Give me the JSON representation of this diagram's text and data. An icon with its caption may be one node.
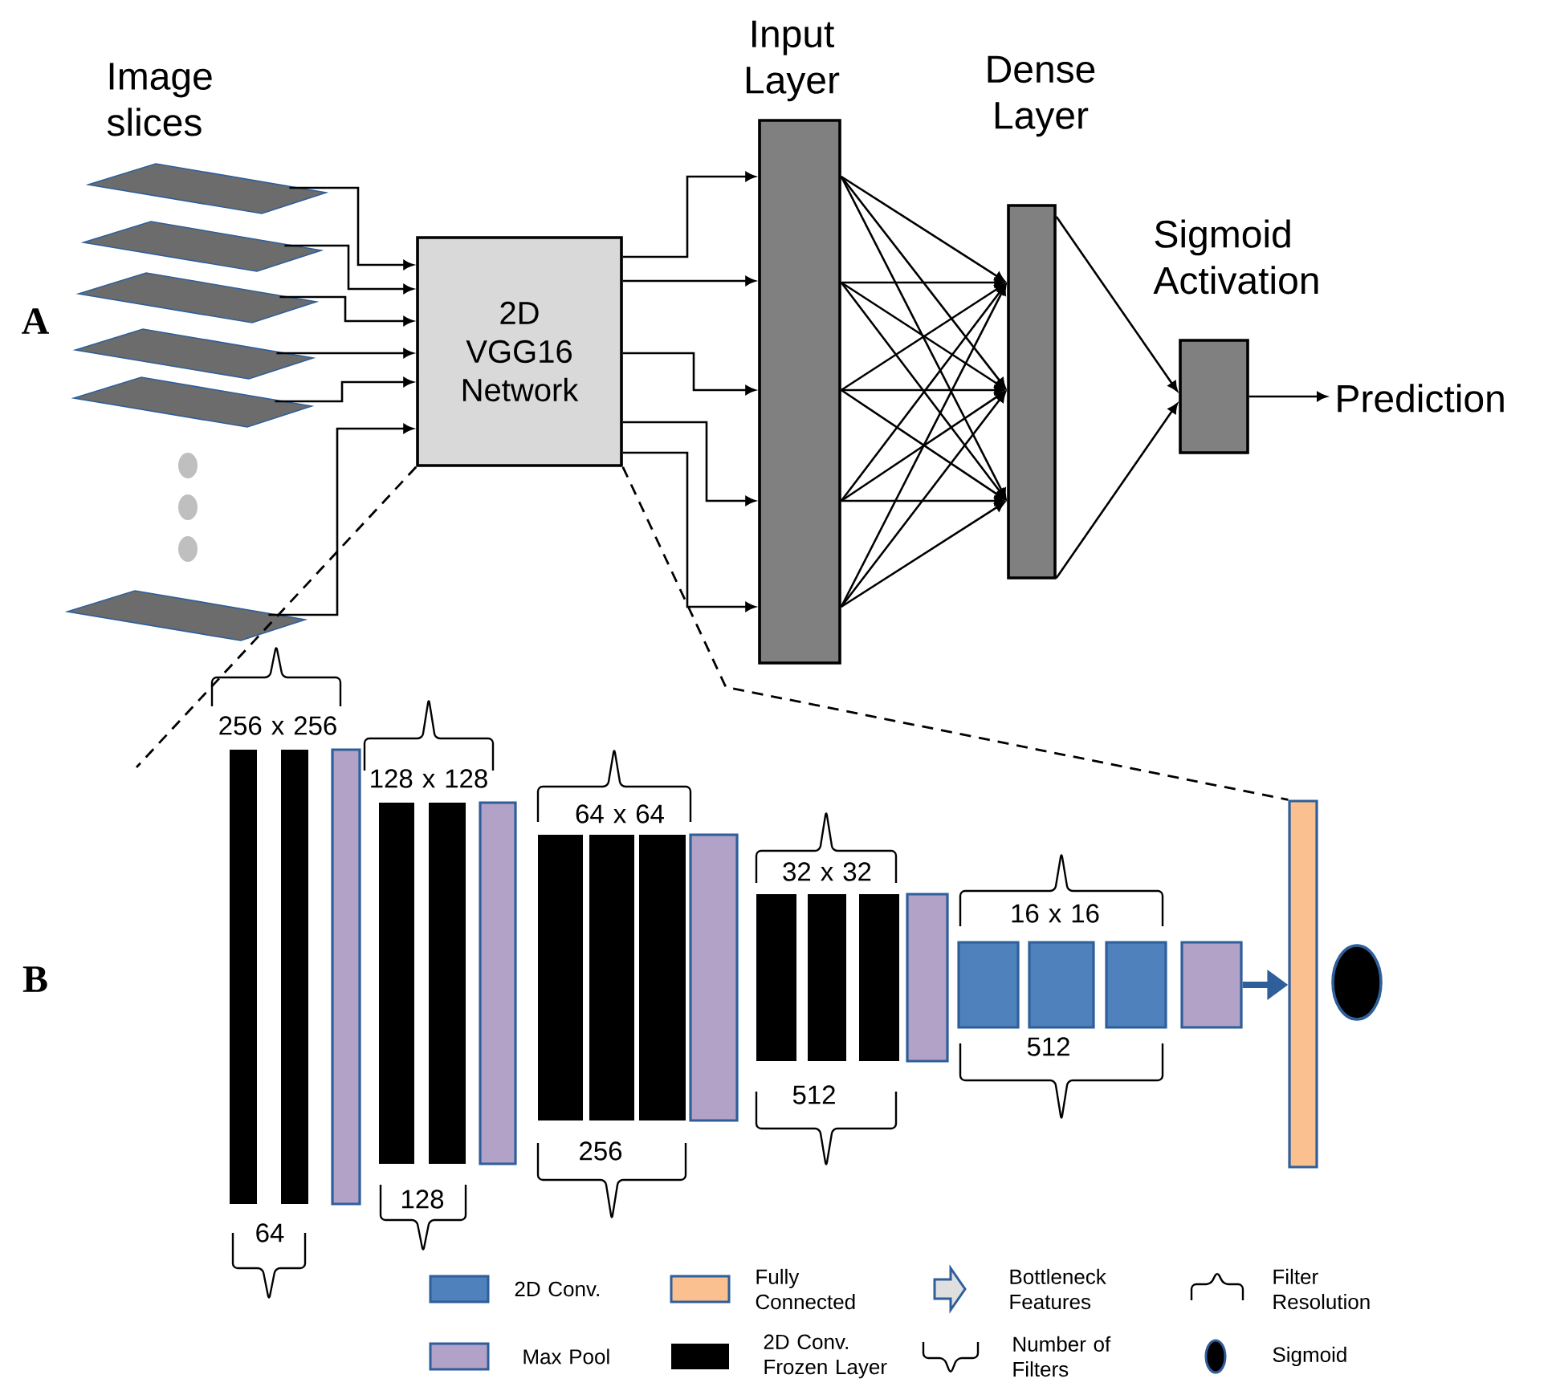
{
  "diagram": {
    "nodes": [
      {
        "text": [],
        "shape": "parallelogram"
      },
      {
        "text": [],
        "shape": "parallelogram"
      },
      {
        "text": [],
        "shape": "parallelogram"
      },
      {
        "text": [],
        "shape": "parallelogram"
      },
      {
        "text": [],
        "shape": "parallelogram"
      },
      {
        "text": [],
        "shape": "parallelogram"
      },
      {
        "text": [
          "2D VGG16 Network"
        ]
      },
      {
        "text": [
          "Input Layer"
        ]
      },
      {
        "text": [
          "Dense Layer"
        ]
      },
      {
        "text": [
          "Sigmoid Activation"
        ]
      },
      {
        "text": [
          "Prediction"
        ]
      },
      {
        "text": [],
        "shape": "bar"
      },
      {
        "text": [],
        "shape": "bar"
      },
      {
        "text": [],
        "shape": "bar"
      },
      {
        "text": [],
        "shape": "bar"
      },
      {
        "text": [],
        "shape": "bar"
      },
      {
        "text": [],
        "shape": "bar"
      },
      {
        "text": [],
        "shape": "bar"
      },
      {
        "text": [],
        "shape": "bar"
      },
      {
        "text": [],
        "shape": "bar"
      },
      {
        "text": [],
        "shape": "bar"
      },
      {
        "text": [],
        "shape": "bar"
      },
      {
        "text": [],
        "shape": "bar"
      },
      {
        "text": [],
        "shape": "bar"
      },
      {
        "text": [],
        "shape": "bar"
      },
      {
        "text": [],
        "shape": "box"
      },
      {
        "text": [],
        "shape": "box"
      },
      {
        "text": [],
        "shape": "box"
      },
      {
        "text": [],
        "shape": "box"
      },
      {
        "text": [],
        "shape": "bar"
      },
      {
        "text": [],
        "shape": "ellipse"
      }
    ],
    "edges": [
      {
        "from": 0,
        "to": 6,
        "arrow": "to"
      },
      {
        "from": 1,
        "to": 6,
        "arrow": "to"
      },
      {
        "from": 2,
        "to": 6,
        "arrow": "to"
      },
      {
        "from": 3,
        "to": 6,
        "arrow": "to"
      },
      {
        "from": 4,
        "to": 6,
        "arrow": "to"
      },
      {
        "from": 5,
        "to": 6,
        "arrow": "to"
      },
      {
        "from": 6,
        "to": 7,
        "arrow": "to"
      },
      {
        "from": 6,
        "to": 7,
        "arrow": "to"
      },
      {
        "from": 6,
        "to": 7,
        "arrow": "to"
      },
      {
        "from": 6,
        "to": 7,
        "arrow": "to"
      },
      {
        "from": 6,
        "to": 7,
        "arrow": "to"
      },
      {
        "from": 7,
        "to": 8,
        "arrow": "to"
      },
      {
        "from": 7,
        "to": 8,
        "arrow": "to"
      },
      {
        "from": 7,
        "to": 8,
        "arrow": "to"
      },
      {
        "from": 7,
        "to": 8,
        "arrow": "to"
      },
      {
        "from": 7,
        "to": 8,
        "arrow": "to"
      },
      {
        "from": 7,
        "to": 8,
        "arrow": "to"
      },
      {
        "from": 7,
        "to": 8,
        "arrow": "to"
      },
      {
        "from": 7,
        "to": 8,
        "arrow": "to"
      },
      {
        "from": 7,
        "to": 8,
        "arrow": "to"
      },
      {
        "from": 7,
        "to": 8,
        "arrow": "to"
      },
      {
        "from": 7,
        "to": 8,
        "arrow": "to"
      },
      {
        "from": 7,
        "to": 8,
        "arrow": "to"
      },
      {
        "from": 7,
        "to": 8,
        "arrow": "to"
      },
      {
        "from": 7,
        "to": 8,
        "arrow": "to"
      },
      {
        "from": 7,
        "to": 8,
        "arrow": "to"
      },
      {
        "from": 8,
        "to": 9,
        "arrow": "to"
      },
      {
        "from": 8,
        "to": 9,
        "arrow": "to"
      },
      {
        "from": 9,
        "to": 10,
        "arrow": "to"
      },
      {
        "from": 6,
        "to": null,
        "arrow": "none",
        "style": "dashed"
      },
      {
        "from": 6,
        "to": 29,
        "arrow": "none",
        "style": "dashed"
      },
      {
        "from": 28,
        "to": 29,
        "arrow": "to",
        "style": "thick",
        "color": "#2e5f9a"
      }
    ],
    "labels": [
      "Image slices",
      "A",
      "256 x 256",
      "128 x 128",
      "64 x 64",
      "32 x 32",
      "16 x 16",
      "B",
      "512",
      "512",
      "256",
      "128",
      "64"
    ],
    "legend": [
      {
        "text": "2D Conv.",
        "color": "#4f81bd"
      },
      {
        "text": "Fully Connected",
        "color": "#fac090"
      },
      {
        "text": "Bottleneck Features"
      },
      {
        "text": "Filter Resolution"
      },
      {
        "text": "Max Pool",
        "color": "#b3a2c7"
      },
      {
        "text": "2D Conv. Frozen Layer",
        "color": "#000000"
      },
      {
        "text": "Number of Filters"
      },
      {
        "text": "Sigmoid"
      }
    ]
  }
}
